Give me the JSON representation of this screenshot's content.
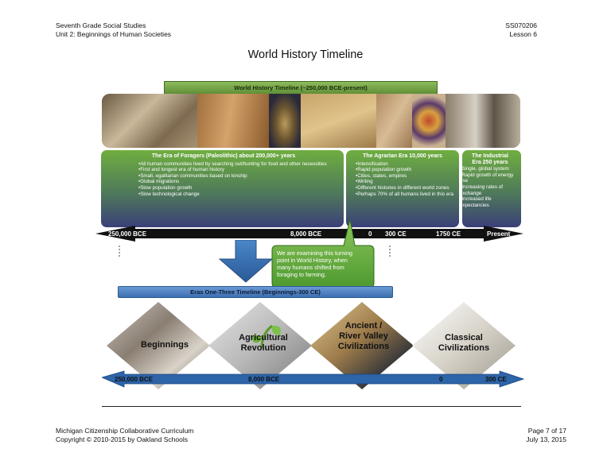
{
  "header": {
    "left_line1": "Seventh Grade Social Studies",
    "left_line2": "Unit 2:  Beginnings of Human Societies",
    "right_line1": "SS070206",
    "right_line2": "Lesson 6"
  },
  "page_title": "World History Timeline",
  "banner_top": "World History Timeline (~250,000 BCE-present)",
  "eras": [
    {
      "heading": "The Era of Foragers (Paleolithic)   about 200,000+ years",
      "bullets": [
        "•All human communities lived by searching out/hunting for food and other necessities",
        "•First and longest era of human history",
        "•Small, egalitarian communities based on kinship",
        "•Global migrations",
        "•Slow population growth",
        "•Slow technological change"
      ]
    },
    {
      "heading": "The Agrarian Era 10,000 years",
      "bullets": [
        "•Intensification",
        "•Rapid population growth",
        "•Cities, states, empires",
        "•Writing",
        "•Different histories in different world zones",
        "•Perhaps 70% of all humans lived in this era"
      ]
    },
    {
      "heading_line1": "The Industrial",
      "heading_line2": "Era 250 years",
      "bullets": [
        "•Single, global system",
        "•Rapid growth of energy use",
        "•Increasing rates of exchange",
        "•Increased life expectancies"
      ]
    }
  ],
  "ruler_labels": [
    "250,000 BCE",
    "8,000 BCE",
    "0",
    "300 CE",
    "1750 CE",
    "Present"
  ],
  "callout_lines": [
    "We are examining this turning",
    "point in World History, when",
    "many humans shifted from",
    "foraging to farming."
  ],
  "banner_mid": "Eras One-Three Timeline (Beginnings-300 CE)",
  "diamonds": [
    {
      "line1": "Beginnings",
      "line2": "",
      "line3": ""
    },
    {
      "line1": "Agricultural",
      "line2": "Revolution",
      "line3": ""
    },
    {
      "line1": "Ancient /",
      "line2": "River Valley",
      "line3": "Civilizations"
    },
    {
      "line1": "Classical",
      "line2": "Civilizations",
      "line3": ""
    }
  ],
  "bottom_axis_labels": [
    "250,000 BCE",
    "8,000 BCE",
    "0",
    "300 CE"
  ],
  "footer": {
    "left_line1": "Michigan Citizenship Collaborative Curriculum",
    "left_line2": "Copyright © 2010-2015 by Oakland Schools",
    "right_line1": "Page 7 of 17",
    "right_line2": "July 13, 2015"
  },
  "colors": {
    "banner_green": "#7aa84a",
    "era_green": "#6aa23e",
    "ruler_black": "#111111",
    "arrow_blue": "#2e64a8",
    "callout_green": "#72b04a"
  }
}
